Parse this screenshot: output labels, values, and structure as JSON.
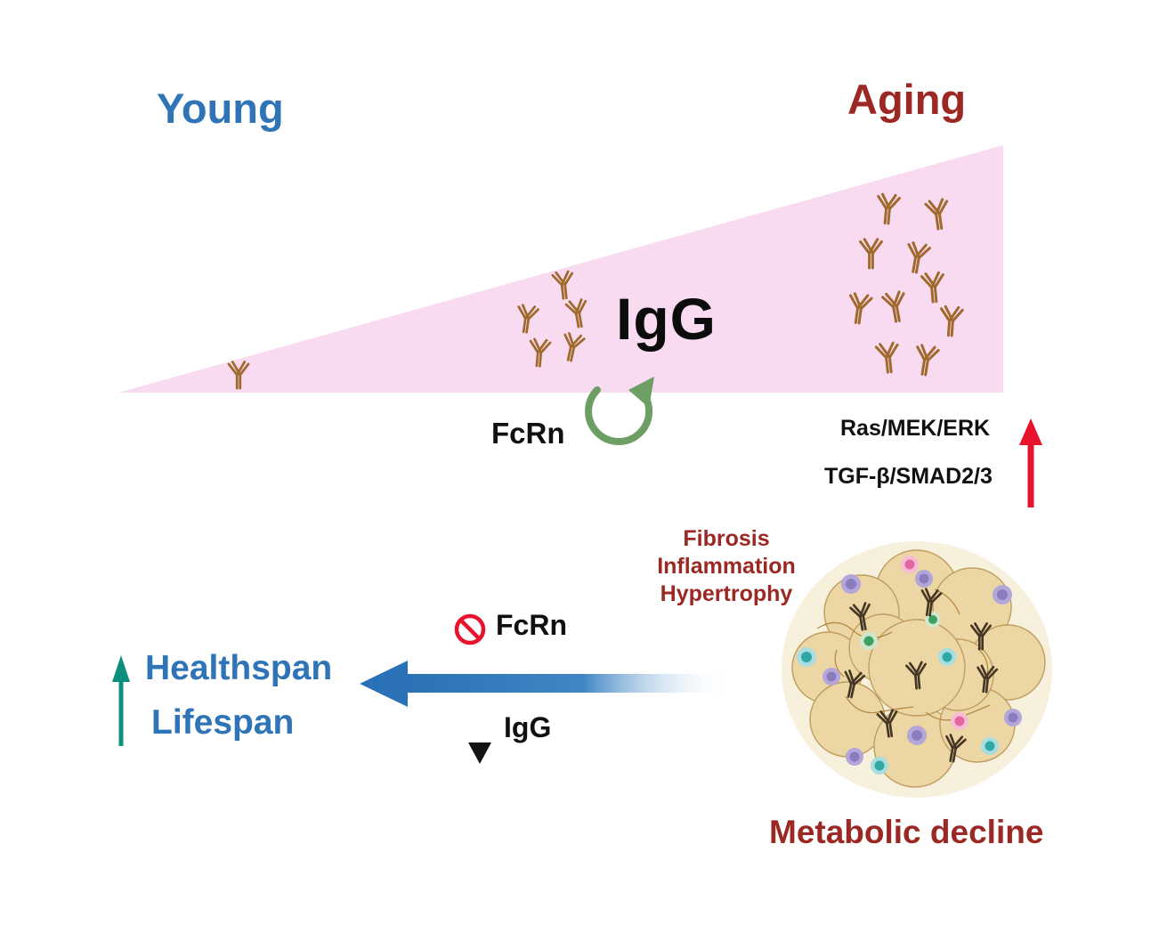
{
  "labels": {
    "young": "Young",
    "aging": "Aging",
    "igg": "IgG",
    "fcrn": "FcRn",
    "ras_mek_erk": "Ras/MEK/ERK",
    "tgf_smad": "TGF-β/SMAD2/3",
    "fibrosis": "Fibrosis",
    "inflammation": "Inflammation",
    "hypertrophy": "Hypertrophy",
    "fcrn_blocked": "FcRn",
    "igg_down": "IgG",
    "healthspan": "Healthspan",
    "lifespan": "Lifespan",
    "metabolic_decline": "Metabolic decline"
  },
  "icons": {
    "antibody": "antibody-y-icon",
    "recycle": "fcrn-recycle-arrow-icon",
    "prohibition": "prohibition-icon",
    "pathway_up_arrow": "pathway-up-arrow-icon",
    "healthspan_up_arrow": "healthspan-up-arrow-icon",
    "igg_down_arrow": "igg-decrease-arrow-icon",
    "outcome_left_arrow": "outcome-left-arrow-icon",
    "tissue": "adipose-tissue-illustration"
  },
  "colors": {
    "young_blue": "#2e74b6",
    "aging_red": "#9b2822",
    "triangle_pink": "#f8dbf0",
    "antibody_brown": "#a06a2e",
    "recycle_green": "#6d9e63",
    "pathway_red": "#e8142e",
    "arrow_teal": "#0e8e7d",
    "arrow_blue": "#2a72b5",
    "text_black": "#111111",
    "tissue_tan": "#ecd7a4",
    "tissue_outline": "#bf9c5f",
    "dark_antibody": "#463725"
  }
}
